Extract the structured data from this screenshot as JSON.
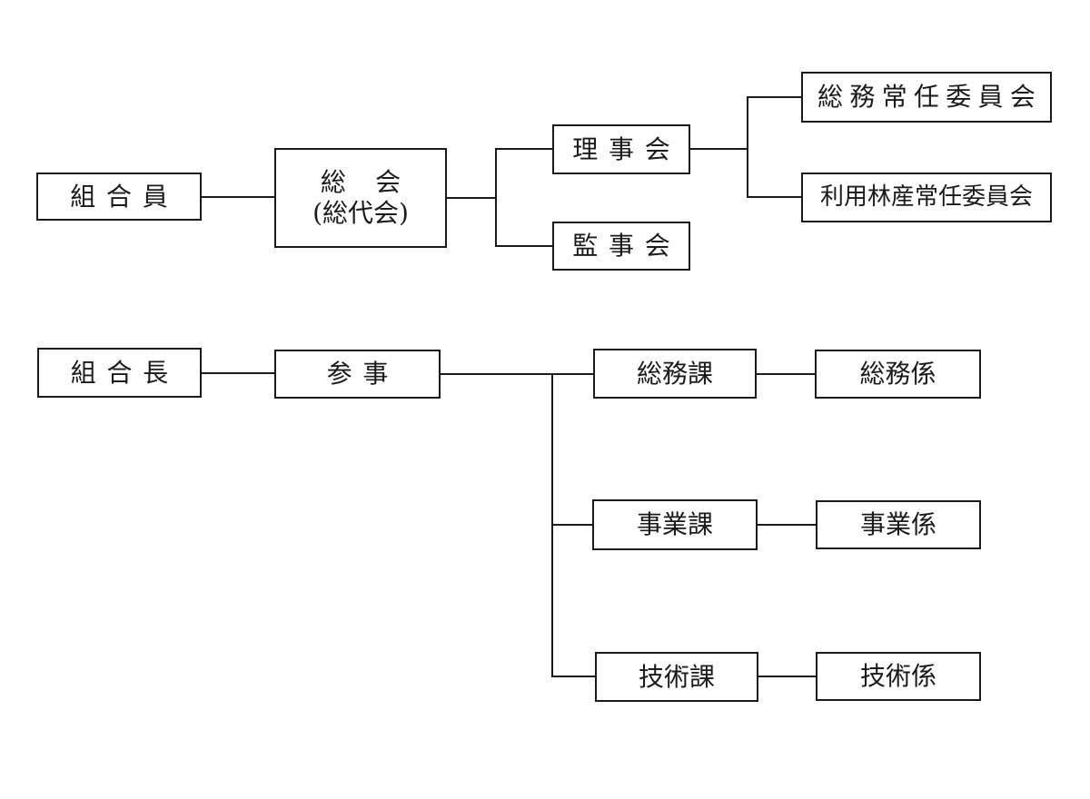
{
  "diagram": {
    "kind": "organization-chart",
    "nodes": {
      "union_member": {
        "label": "組合員"
      },
      "general_meeting": {
        "line1": "総会",
        "line2": "(総代会)"
      },
      "board_of_directors": {
        "label": "理事会"
      },
      "board_of_auditors": {
        "label": "監事会"
      },
      "general_affairs_standing_committee": {
        "label": "総務常任委員会"
      },
      "forest_products_standing_committee": {
        "label": "利用林産常任委員会"
      },
      "union_president": {
        "label": "組合長"
      },
      "chief_director": {
        "label": "参事"
      },
      "general_affairs_section": {
        "label": "総務課"
      },
      "general_affairs_subsection": {
        "label": "総務係"
      },
      "business_section": {
        "label": "事業課"
      },
      "business_subsection": {
        "label": "事業係"
      },
      "technical_section": {
        "label": "技術課"
      },
      "technical_subsection": {
        "label": "技術係"
      }
    },
    "edges": [
      [
        "union_member",
        "general_meeting"
      ],
      [
        "general_meeting",
        "board_of_directors"
      ],
      [
        "general_meeting",
        "board_of_auditors"
      ],
      [
        "board_of_directors",
        "general_affairs_standing_committee"
      ],
      [
        "board_of_directors",
        "forest_products_standing_committee"
      ],
      [
        "union_president",
        "chief_director"
      ],
      [
        "chief_director",
        "general_affairs_section"
      ],
      [
        "chief_director",
        "business_section"
      ],
      [
        "chief_director",
        "technical_section"
      ],
      [
        "general_affairs_section",
        "general_affairs_subsection"
      ],
      [
        "business_section",
        "business_subsection"
      ],
      [
        "technical_section",
        "technical_subsection"
      ]
    ],
    "colors": {
      "background": "#ffffff",
      "line": "#1a1a1a",
      "text": "#1a1a1a"
    }
  }
}
